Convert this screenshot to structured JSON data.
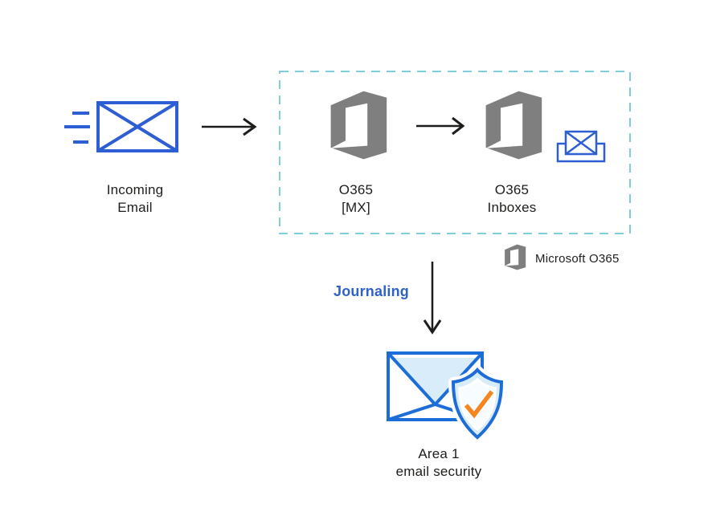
{
  "nodes": {
    "incoming_email": {
      "line1": "Incoming",
      "line2": "Email"
    },
    "o365_mx": {
      "line1": "O365",
      "line2": "[MX]"
    },
    "o365_inboxes": {
      "line1": "O365",
      "line2": "Inboxes"
    },
    "area1": {
      "line1": "Area 1",
      "line2": "email security"
    }
  },
  "labels": {
    "journaling": "Journaling",
    "legend": "Microsoft O365"
  },
  "icons": {
    "incoming_email": "envelope-with-speed-lines-icon",
    "office365": "office365-logo-icon",
    "inbox": "inbox-envelope-tray-icon",
    "area1": "envelope-shield-check-icon",
    "arrow_right": "arrow-right-icon",
    "arrow_down": "arrow-down-icon"
  },
  "colors": {
    "envelope-blue": "#2d5ed3",
    "office-gray": "#7f7f7f",
    "dashed-teal": "#7fcfdb",
    "ink": "#1d1d1b",
    "journaling-blue": "#2d62c9",
    "area1-stroke": "#1d6dd8",
    "area1-fill": "#d9ecf9",
    "area1-inner": "#f7fcff",
    "check-orange": "#f5861f"
  }
}
